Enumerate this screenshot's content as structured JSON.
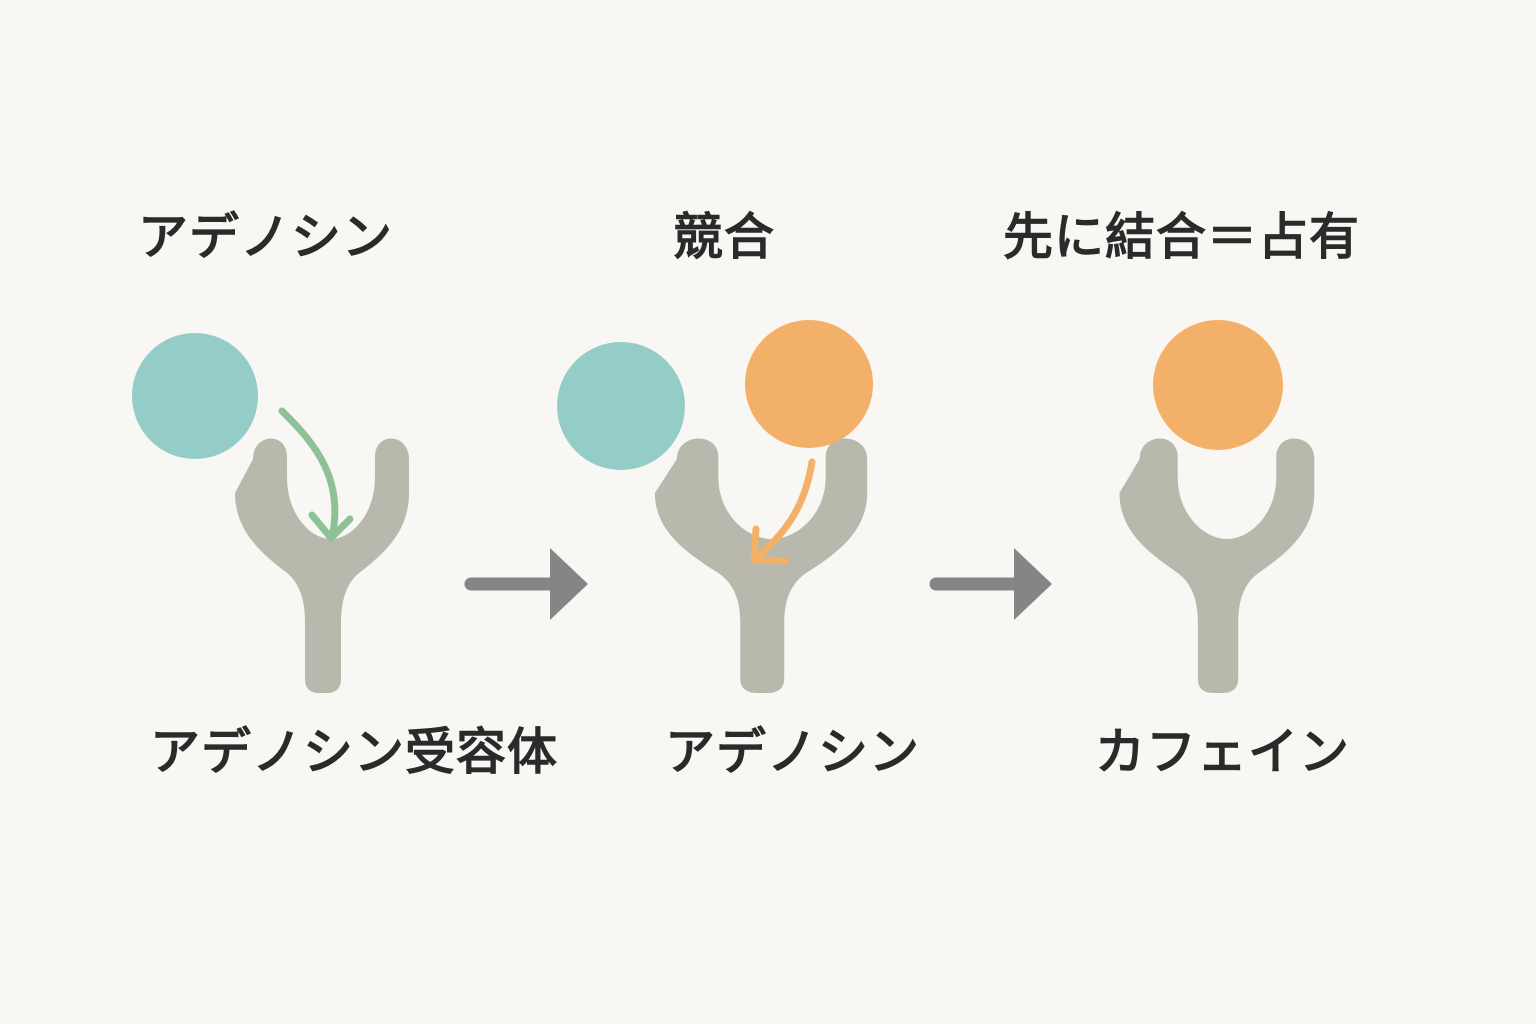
{
  "colors": {
    "background": "#f9f7f3",
    "text": "#2a2a2a",
    "receptor": "#b8b8ad",
    "adenosine": "#94cdc8",
    "caffeine": "#f3b068",
    "green_arrow": "#8fc197",
    "orange_arrow": "#f3b068",
    "step_arrow": "#858585"
  },
  "panels": [
    {
      "heading": "アデノシン",
      "caption": "アデノシン受容体",
      "molecules": [
        "adenosine"
      ],
      "bind_arrow": "green"
    },
    {
      "heading": "競合",
      "caption": "アデノシン",
      "molecules": [
        "adenosine",
        "caffeine"
      ],
      "bind_arrow": "orange"
    },
    {
      "heading": "先に結合＝占有",
      "caption": "カフェイン",
      "molecules": [
        "caffeine"
      ],
      "bind_arrow": "none"
    }
  ],
  "icons": {
    "receptor": "y-shaped-receptor-icon",
    "molecule": "circle-molecule-icon",
    "bind_arrow": "curved-arrow-icon",
    "step_arrow": "right-arrow-icon"
  }
}
